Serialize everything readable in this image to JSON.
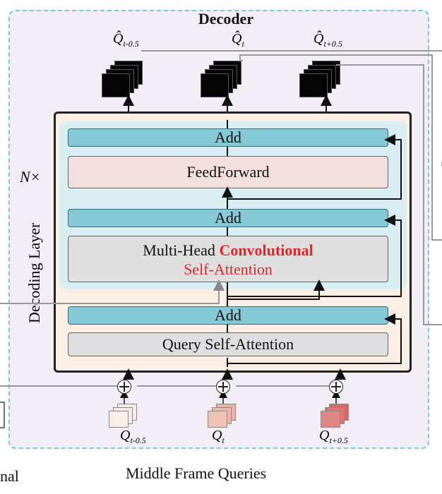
{
  "decoder": {
    "title": "Decoder"
  },
  "outputs": [
    {
      "symbol": "Q̂",
      "subscript": "t-0.5"
    },
    {
      "symbol": "Q̂",
      "subscript": "t"
    },
    {
      "symbol": "Q̂",
      "subscript": "t+0.5"
    }
  ],
  "layer": {
    "repeat": "N×",
    "side_label": "Decoding Layer",
    "add_label": "Add",
    "feedforward_label": "FeedForward",
    "mhca_prefix": "Multi-Head ",
    "mhca_highlight": "Convolutional",
    "mhca_line2": "Self-Attention",
    "query_sa_label": "Query Self-Attention"
  },
  "inputs": [
    {
      "symbol": "Q",
      "subscript": "t-0.5"
    },
    {
      "symbol": "Q",
      "subscript": "t"
    },
    {
      "symbol": "Q",
      "subscript": "t+0.5"
    }
  ],
  "footer": {
    "middle_caption": "Middle Frame Queries",
    "left_caption_fragment": "nal"
  },
  "colors": {
    "dashed_border": "#7cc6d9",
    "add_fill": "#86c9d6",
    "feedforward_fill": "#f3dede",
    "attention_fill": "#dedede",
    "highlight_red": "#e0242b",
    "layer_fill": "#fbeee4",
    "inner_fill": "#d8eef3"
  }
}
